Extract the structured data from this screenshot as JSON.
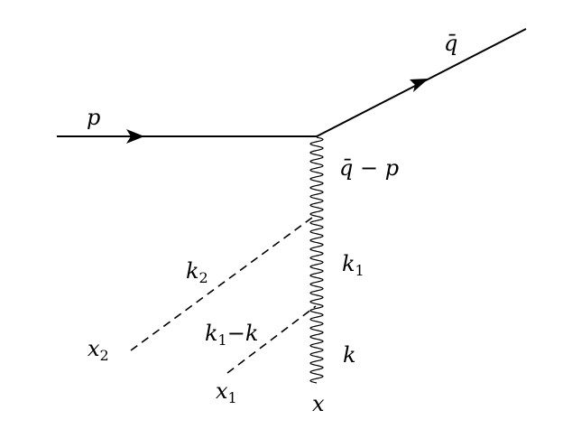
{
  "labels": {
    "p": "p",
    "qbar": "q̄",
    "qbar_minus_p": "q̄ − p",
    "k1": "k",
    "k1_sub": "1",
    "k2": "k",
    "k2_sub": "2",
    "k1_minus_k": "k",
    "k1_minus_k_sub": "1",
    "k1_minus_k_rest": "−k",
    "k": "k",
    "x": "x",
    "x1": "x",
    "x1_sub": "1",
    "x2": "x",
    "x2_sub": "2"
  }
}
